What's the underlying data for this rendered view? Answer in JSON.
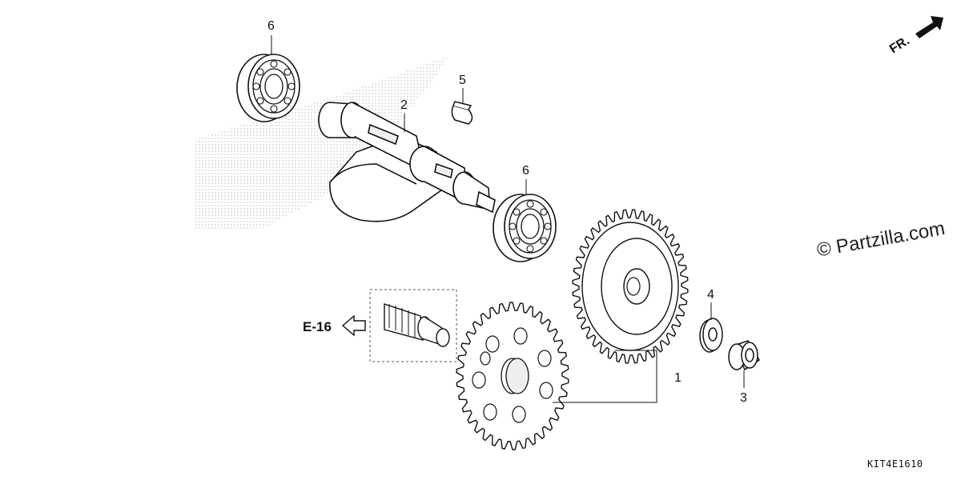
{
  "diagram": {
    "callouts": [
      "6",
      "2",
      "5",
      "6",
      "4",
      "1",
      "3"
    ],
    "reference": "E-16",
    "direction": "FR.",
    "watermark": "© Partzilla.com",
    "diagram_code": "KIT4E1610"
  }
}
